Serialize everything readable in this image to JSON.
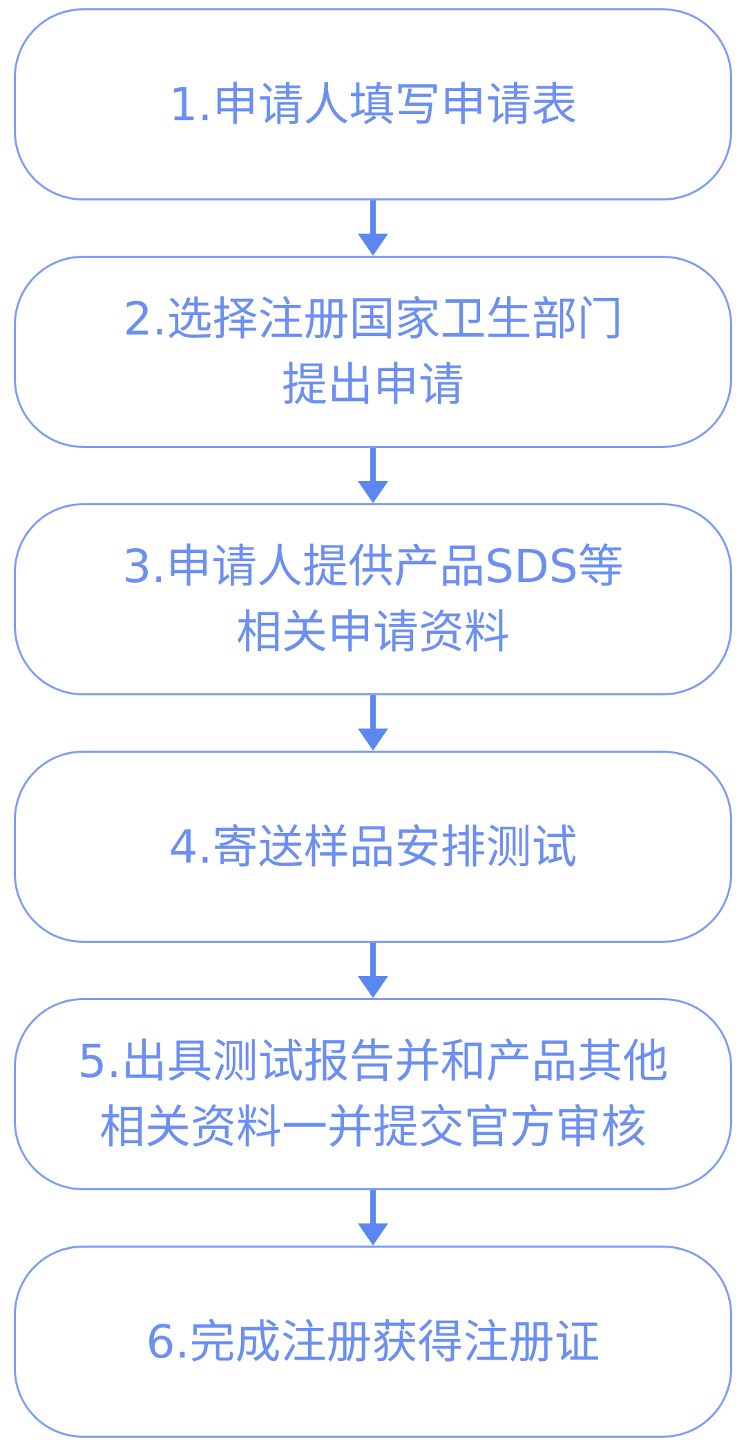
{
  "flowchart": {
    "description": "Product registration process flowchart",
    "colors": {
      "text": "#6C8FF2",
      "border": "#7E9CF4",
      "arrow": "#5B87F0",
      "background": "#FFFFFF"
    },
    "steps": [
      {
        "lines": [
          "1.申请人填写申请表"
        ]
      },
      {
        "lines": [
          "2.选择注册国家卫生部门",
          "提出申请"
        ]
      },
      {
        "lines": [
          "3.申请人提供产品SDS等",
          "相关申请资料"
        ]
      },
      {
        "lines": [
          "4.寄送样品安排测试"
        ]
      },
      {
        "lines": [
          "5.出具测试报告并和产品其他",
          "相关资料一并提交官方审核"
        ]
      },
      {
        "lines": [
          "6.完成注册获得注册证"
        ]
      }
    ]
  }
}
